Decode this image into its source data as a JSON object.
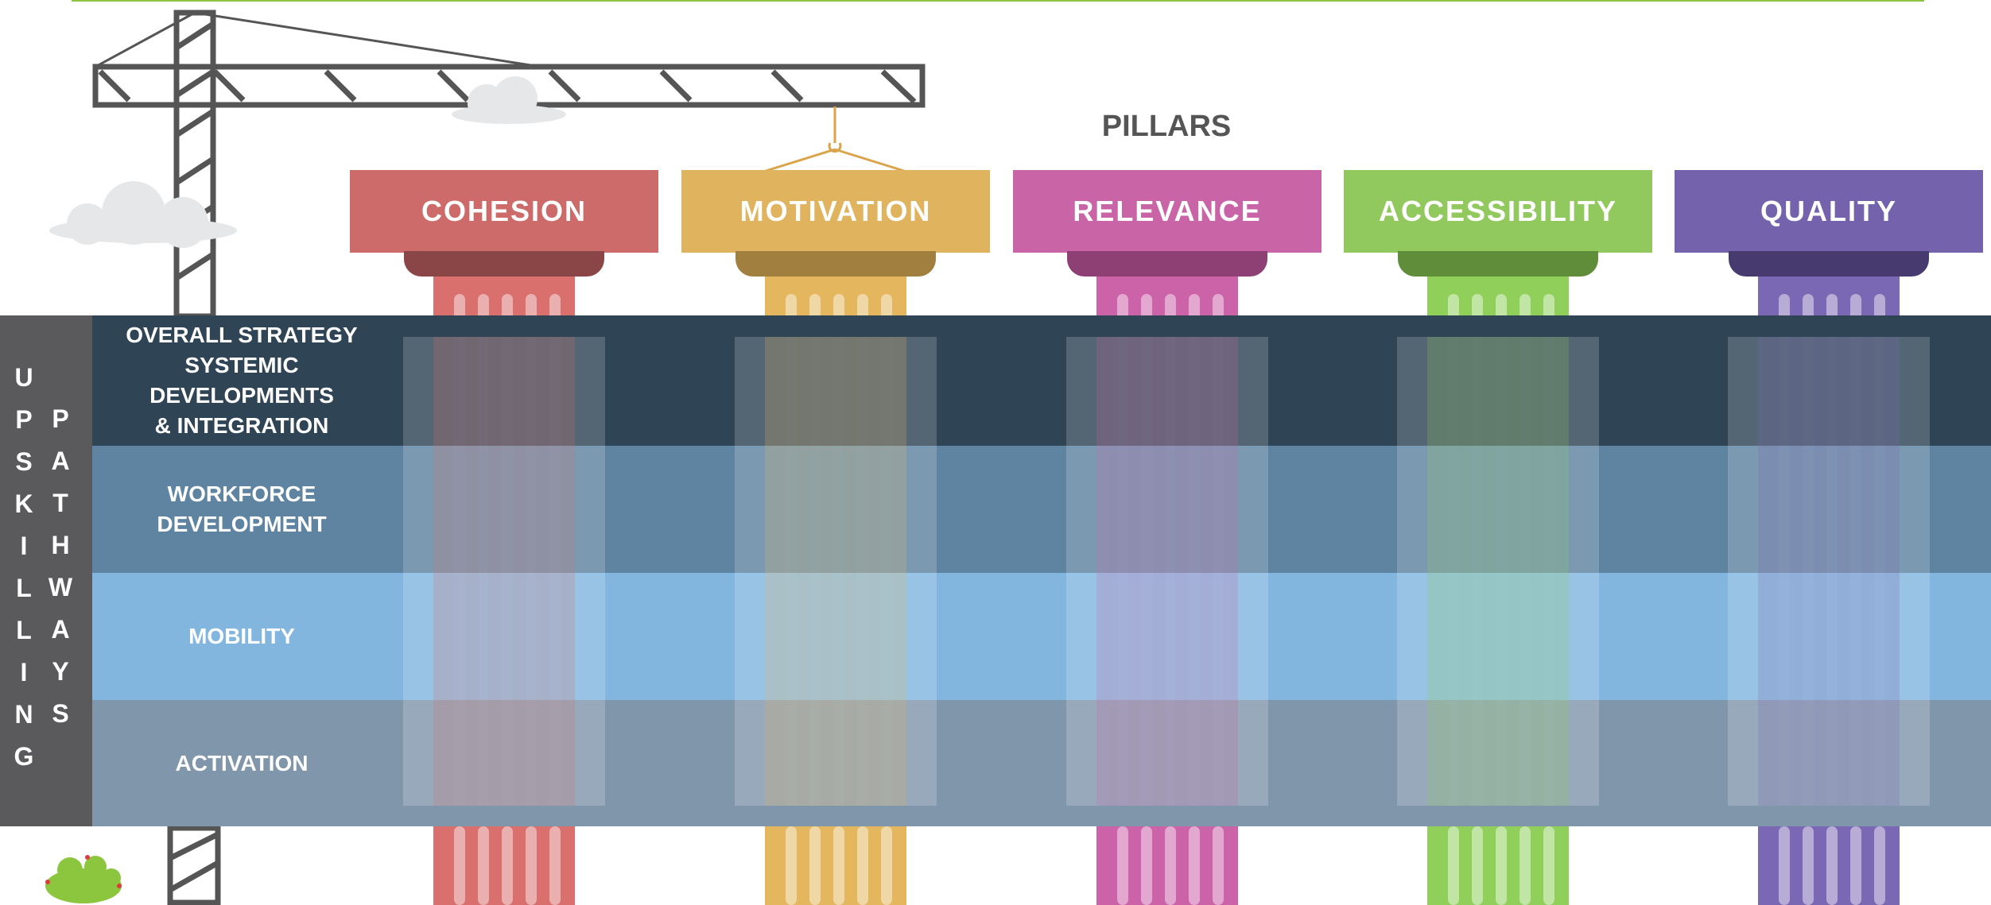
{
  "title": "PILLARS",
  "pillars": [
    {
      "label": "COHESION",
      "color": "#cc6b69",
      "dark": "#8a4646",
      "shaft": "#d9706e"
    },
    {
      "label": "MOTIVATION",
      "color": "#e0b45f",
      "dark": "#a07f3f",
      "shaft": "#e4b65e"
    },
    {
      "label": "RELEVANCE",
      "color": "#c964a7",
      "dark": "#8e3f74",
      "shaft": "#cc62a8"
    },
    {
      "label": "ACCESSIBILITY",
      "color": "#92c95e",
      "dark": "#5f8d3a",
      "shaft": "#8fcf5a"
    },
    {
      "label": "QUALITY",
      "color": "#7462ad",
      "dark": "#463a6e",
      "shaft": "#7b68b4"
    }
  ],
  "bands": [
    {
      "label": "OVERALL STRATEGY\nSYSTEMIC DEVELOPMENTS\n& INTEGRATION",
      "color": "#2f4455"
    },
    {
      "label": "WORKFORCE\nDEVELOPMENT",
      "color": "#5e84a1"
    },
    {
      "label": "MOBILITY",
      "color": "#82b6de"
    },
    {
      "label": "ACTIVATION",
      "color": "#8096ab"
    }
  ],
  "sidebar": {
    "left_word": "UPSKILLING",
    "right_word": "PATHWAYS"
  }
}
